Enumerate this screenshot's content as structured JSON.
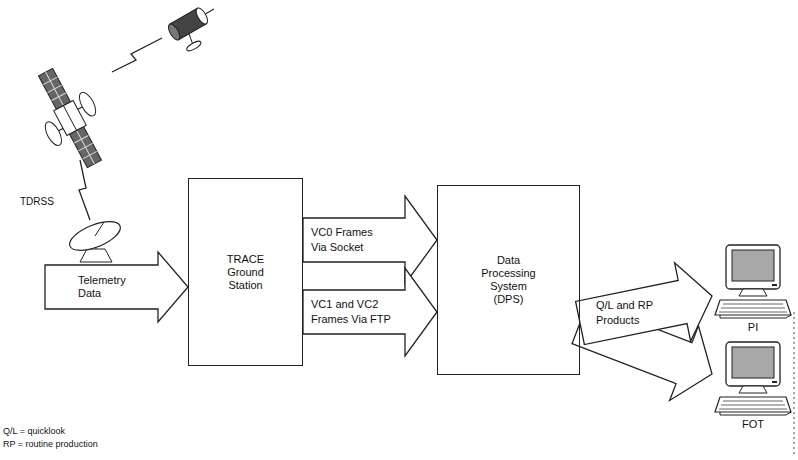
{
  "diagram": {
    "nodes": [
      {
        "text": [
          "Telemetry Data"
        ]
      },
      {
        "text": [
          "TRACE Ground Station"
        ]
      },
      {
        "text": [
          "Data Processing System (DPS)"
        ]
      },
      {
        "text": [
          "PI"
        ]
      },
      {
        "text": [
          "FOT"
        ]
      }
    ],
    "edges": [
      {
        "from": 1,
        "to": 2,
        "arrow": "to",
        "label": "VC0 Frames Via Socket"
      },
      {
        "from": 1,
        "to": 2,
        "arrow": "to",
        "label": "VC1 and VC2 Frames Via FTP"
      },
      {
        "from": 2,
        "to": 3,
        "arrow": "to",
        "label": "Q/L and RP Products"
      },
      {
        "from": 2,
        "to": 4,
        "arrow": "to"
      }
    ],
    "labels": [
      "TDRSS",
      "Q/L = quicklook",
      "RP = routine production"
    ]
  }
}
